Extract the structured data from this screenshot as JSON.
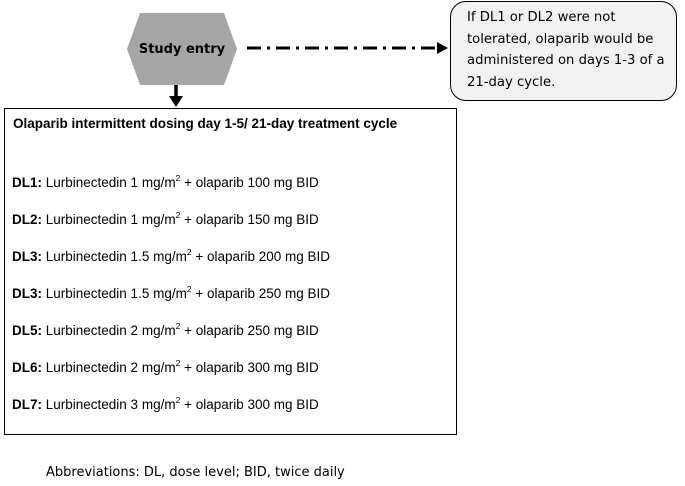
{
  "entry": {
    "label": "Study entry"
  },
  "note": {
    "lines": [
      "If DL1 or DL2 were not",
      "tolerated, olaparib would be",
      "administered on days 1-3 of a",
      "21-day cycle."
    ]
  },
  "main_box": {
    "title": "Olaparib intermittent dosing day 1-5/ 21-day treatment cycle",
    "rows": [
      {
        "tag": "DL1:",
        "before": " Lurbinectedin 1 mg/m",
        "sup": "2",
        "after": " + olaparib 100 mg BID"
      },
      {
        "tag": "DL2:",
        "before": " Lurbinectedin 1 mg/m",
        "sup": "2",
        "after": " + olaparib 150 mg BID"
      },
      {
        "tag": "DL3:",
        "before": " Lurbinectedin 1.5 mg/m",
        "sup": "2",
        "after": " + olaparib 200 mg BID"
      },
      {
        "tag": "DL3:",
        "before": " Lurbinectedin 1.5 mg/m",
        "sup": "2",
        "after": " + olaparib 250 mg BID"
      },
      {
        "tag": "DL5:",
        "before": " Lurbinectedin 2 mg/m",
        "sup": "2",
        "after": " + olaparib 250 mg BID"
      },
      {
        "tag": "DL6:",
        "before": " Lurbinectedin 2 mg/m",
        "sup": "2",
        "after": " + olaparib 300 mg BID"
      },
      {
        "tag": "DL7:",
        "before": " Lurbinectedin 3 mg/m",
        "sup": "2",
        "after": " + olaparib 300 mg BID"
      }
    ]
  },
  "footnote": "Abbreviations: DL, dose level; BID, twice daily",
  "colors": {
    "hexagon_fill": "#a6a6a6",
    "note_fill": "#f2f2f2",
    "stroke": "#000000"
  }
}
